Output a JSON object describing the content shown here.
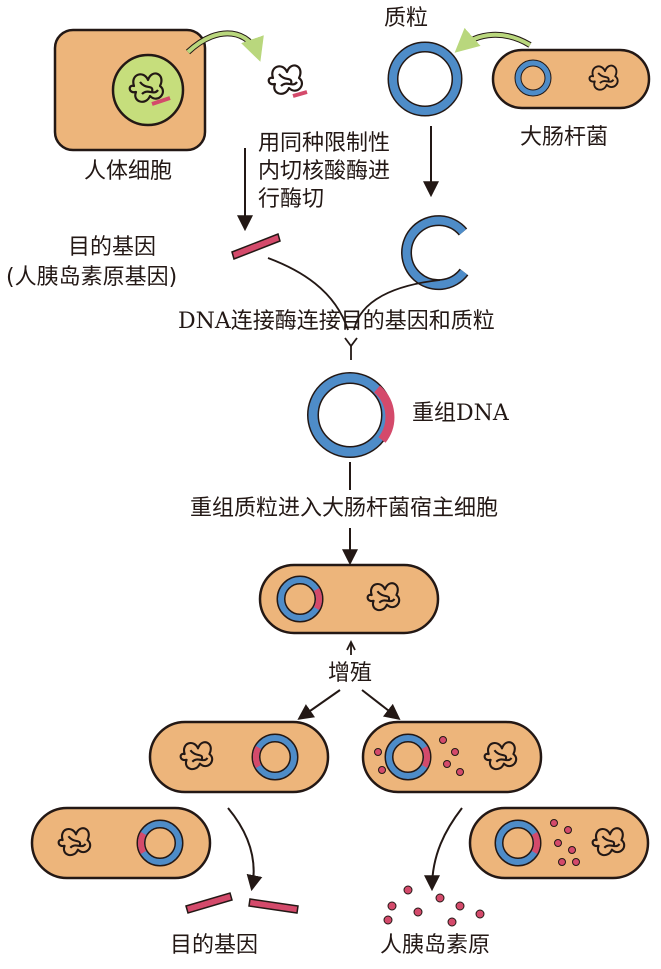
{
  "labels": {
    "plasmid": "质粒",
    "human_cell": "人体细胞",
    "ecoli": "大肠杆菌",
    "cut_line1": "用同种限制性",
    "cut_line2": "内切核酸酶进",
    "cut_line3": "行酶切",
    "target_gene": "目的基因",
    "target_gene_note": "(人胰岛素原基因)",
    "ligation": "DNA连接酶连接目的基因和质粒",
    "recombinant_dna": "重组DNA",
    "transformation": "重组质粒进入大肠杆菌宿主细胞",
    "proliferation": "增殖",
    "product_gene": "目的基因",
    "product_proinsulin": "人胰岛素原"
  },
  "colors": {
    "cell_fill": "#EDB57B",
    "nucleus_fill": "#C6DE7C",
    "plasmid_blue": "#4E8CC8",
    "gene_red": "#D44A6B",
    "outline": "#231815",
    "arrow_green": "#B9D77D"
  },
  "icons": [
    "arrow-icon",
    "plasmid-icon",
    "chromosome-icon",
    "gene-fragment-icon",
    "proinsulin-dot-icon"
  ]
}
